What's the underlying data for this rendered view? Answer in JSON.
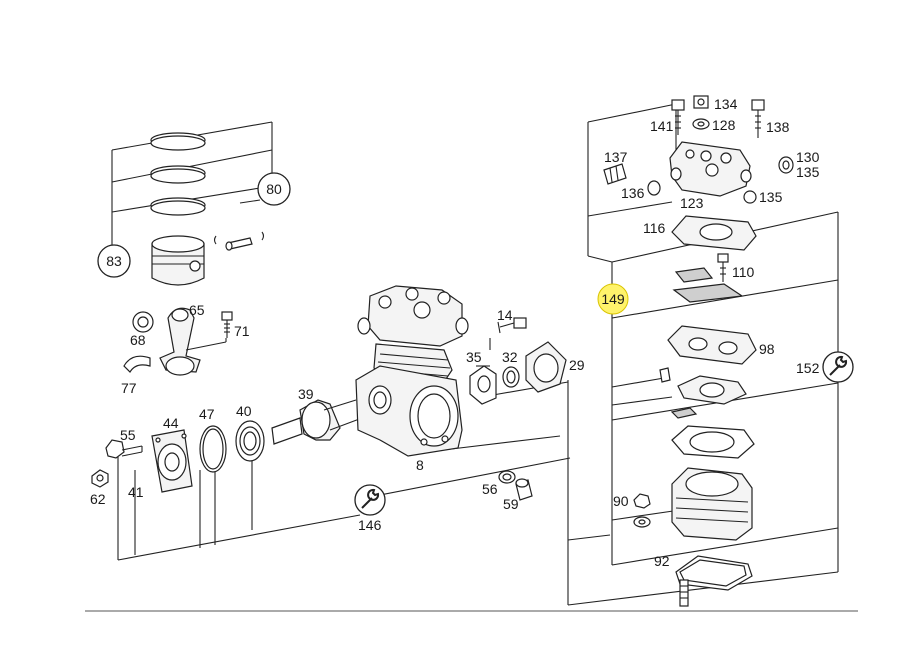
{
  "highlight_color": "#fff36b",
  "callouts": {
    "c83": "83",
    "c80": "80",
    "c68": "68",
    "c65": "65",
    "c71": "71",
    "c77": "77",
    "c55": "55",
    "c44": "44",
    "c47": "47",
    "c40": "40",
    "c39": "39",
    "c62": "62",
    "c41": "41",
    "c14": "14",
    "c35": "35",
    "c32": "32",
    "c29": "29",
    "c8": "8",
    "c56": "56",
    "c59": "59",
    "c146": "146",
    "c134": "134",
    "c141": "141",
    "c128": "128",
    "c138": "138",
    "c137": "137",
    "c130": "130",
    "c135a": "135",
    "c136": "136",
    "c135b": "135",
    "c123": "123",
    "c116": "116",
    "c110": "110",
    "c149": "149",
    "c98": "98",
    "c152": "152",
    "c90": "90",
    "c92": "92"
  },
  "icons": {
    "wrench_146": "wrench-icon",
    "wrench_152": "wrench-icon"
  }
}
